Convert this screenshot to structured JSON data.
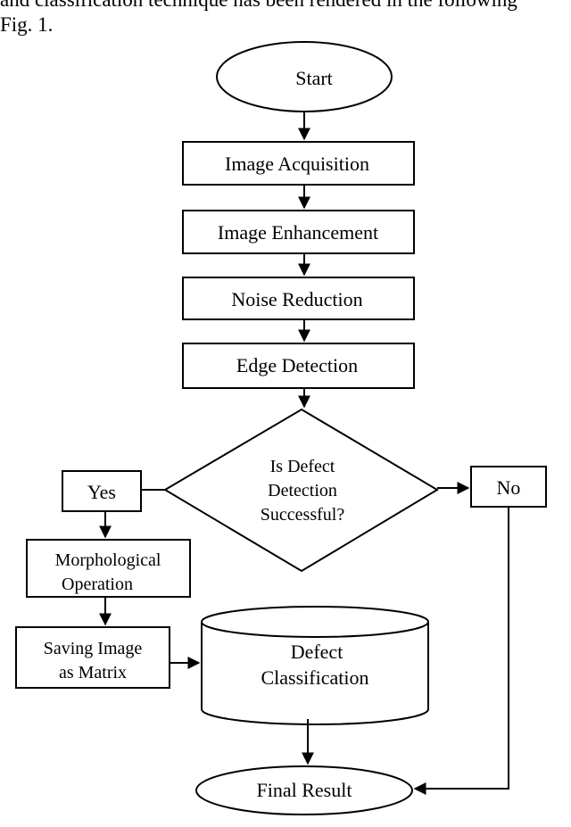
{
  "intro": {
    "line1": "and classification technique has been rendered in the following",
    "line2": "Fig. 1."
  },
  "flowchart": {
    "start": "Start",
    "image_acquisition": "Image Acquisition",
    "image_enhancement": "Image Enhancement",
    "noise_reduction": "Noise Reduction",
    "edge_detection": "Edge Detection",
    "decision_line1": "Is Defect",
    "decision_line2": "Detection",
    "decision_line3": "Successful?",
    "yes": "Yes",
    "no": "No",
    "morph_line1": "Morphological",
    "morph_line2": "Operation",
    "saving_line1": "Saving Image",
    "saving_line2": "as Matrix",
    "defect_line1": "Defect",
    "defect_line2": "Classification",
    "final_result": "Final Result"
  }
}
